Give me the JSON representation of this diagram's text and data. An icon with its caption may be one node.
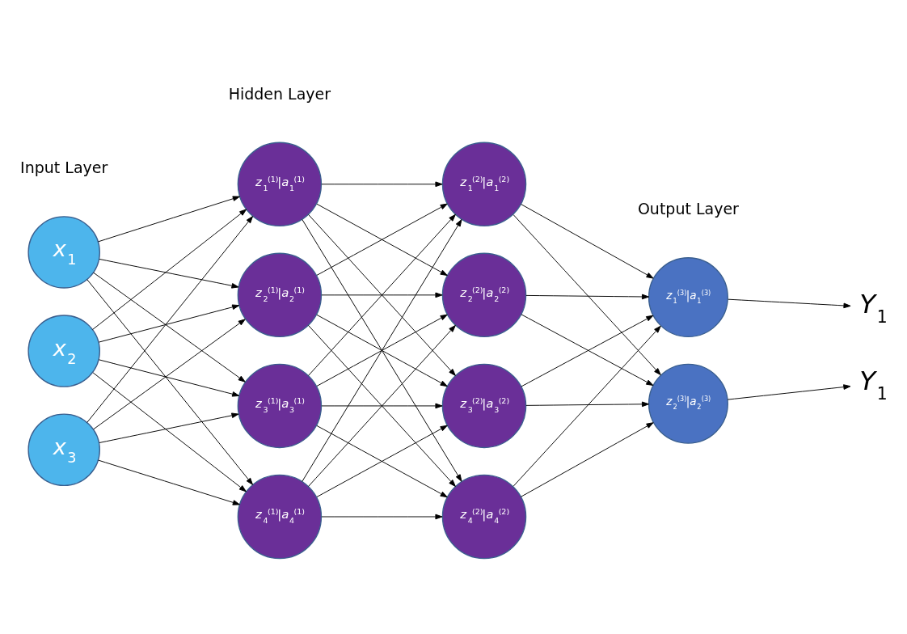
{
  "diagram": {
    "nodes": [
      {
        "text": [
          "x$_{1}$"
        ]
      },
      {
        "text": [
          "x$_{2}$"
        ]
      },
      {
        "text": [
          "x$_{3}$"
        ]
      },
      {
        "text": [
          "z$_{1}$$^{(1)}$|a$_{1}$$^{(1)}$"
        ]
      },
      {
        "text": [
          "z$_{2}$$^{(1)}$|a$_{2}$$^{(1)}$"
        ]
      },
      {
        "text": [
          "z$_{3}$$^{(1)}$|a$_{3}$$^{(1)}$"
        ]
      },
      {
        "text": [
          "z$_{4}$$^{(1)}$|a$_{4}$$^{(1)}$"
        ]
      },
      {
        "text": [
          "z$_{1}$$^{(2)}$|a$_{1}$$^{(2)}$"
        ]
      },
      {
        "text": [
          "z$_{2}$$^{(2)}$|a$_{2}$$^{(2)}$"
        ]
      },
      {
        "text": [
          "z$_{3}$$^{(2)}$|a$_{3}$$^{(2)}$"
        ]
      },
      {
        "text": [
          "z$_{4}$$^{(2)}$|a$_{4}$$^{(2)}$"
        ]
      },
      {
        "text": [
          "z$_{1}$$^{(3)}$|a$_{1}$$^{(3)}$"
        ]
      },
      {
        "text": [
          "z$_{2}$$^{(3)}$|a$_{2}$$^{(3)}$"
        ]
      },
      {
        "text": [
          "Y$_{1}$"
        ]
      },
      {
        "text": [
          "Y$_{1}$"
        ]
      }
    ],
    "edges": [
      {
        "from": 0,
        "to": 3,
        "arrow": "to"
      },
      {
        "from": 0,
        "to": 4,
        "arrow": "to"
      },
      {
        "from": 0,
        "to": 5,
        "arrow": "to"
      },
      {
        "from": 0,
        "to": 6,
        "arrow": "to"
      },
      {
        "from": 1,
        "to": 3,
        "arrow": "to"
      },
      {
        "from": 1,
        "to": 4,
        "arrow": "to"
      },
      {
        "from": 1,
        "to": 5,
        "arrow": "to"
      },
      {
        "from": 1,
        "to": 6,
        "arrow": "to"
      },
      {
        "from": 2,
        "to": 3,
        "arrow": "to"
      },
      {
        "from": 2,
        "to": 4,
        "arrow": "to"
      },
      {
        "from": 2,
        "to": 5,
        "arrow": "to"
      },
      {
        "from": 2,
        "to": 6,
        "arrow": "to"
      },
      {
        "from": 3,
        "to": 7,
        "arrow": "to"
      },
      {
        "from": 3,
        "to": 8,
        "arrow": "to"
      },
      {
        "from": 3,
        "to": 9,
        "arrow": "to"
      },
      {
        "from": 3,
        "to": 10,
        "arrow": "to"
      },
      {
        "from": 4,
        "to": 7,
        "arrow": "to"
      },
      {
        "from": 4,
        "to": 8,
        "arrow": "to"
      },
      {
        "from": 4,
        "to": 9,
        "arrow": "to"
      },
      {
        "from": 4,
        "to": 10,
        "arrow": "to"
      },
      {
        "from": 5,
        "to": 7,
        "arrow": "to"
      },
      {
        "from": 5,
        "to": 8,
        "arrow": "to"
      },
      {
        "from": 5,
        "to": 9,
        "arrow": "to"
      },
      {
        "from": 5,
        "to": 10,
        "arrow": "to"
      },
      {
        "from": 6,
        "to": 7,
        "arrow": "to"
      },
      {
        "from": 6,
        "to": 8,
        "arrow": "to"
      },
      {
        "from": 6,
        "to": 9,
        "arrow": "to"
      },
      {
        "from": 6,
        "to": 10,
        "arrow": "to"
      },
      {
        "from": 7,
        "to": 11,
        "arrow": "to"
      },
      {
        "from": 7,
        "to": 12,
        "arrow": "to"
      },
      {
        "from": 8,
        "to": 11,
        "arrow": "to"
      },
      {
        "from": 8,
        "to": 12,
        "arrow": "to"
      },
      {
        "from": 9,
        "to": 11,
        "arrow": "to"
      },
      {
        "from": 9,
        "to": 12,
        "arrow": "to"
      },
      {
        "from": 10,
        "to": 11,
        "arrow": "to"
      },
      {
        "from": 10,
        "to": 12,
        "arrow": "to"
      },
      {
        "from": 11,
        "to": 13,
        "arrow": "to"
      },
      {
        "from": 12,
        "to": 14,
        "arrow": "to"
      }
    ],
    "labels": [
      "Input Layer",
      "Hidden Layer",
      "Output Layer"
    ]
  }
}
